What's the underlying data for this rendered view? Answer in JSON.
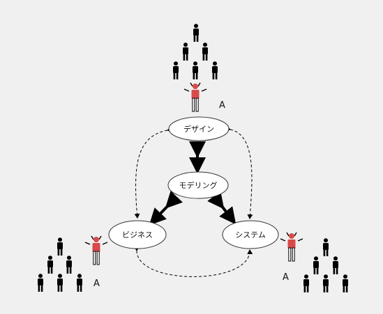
{
  "diagram": {
    "nodes": {
      "design": "デザイン",
      "modeling": "モデリング",
      "business": "ビジネス",
      "system": "システム"
    },
    "person_labels": {
      "top": "A",
      "left": "A",
      "right": "A"
    }
  },
  "colors": {
    "accent_person": "#d94a4a",
    "people": "#000000",
    "ellipse_fill": "#ffffff",
    "ellipse_stroke": "#333333",
    "arrow": "#000000"
  }
}
